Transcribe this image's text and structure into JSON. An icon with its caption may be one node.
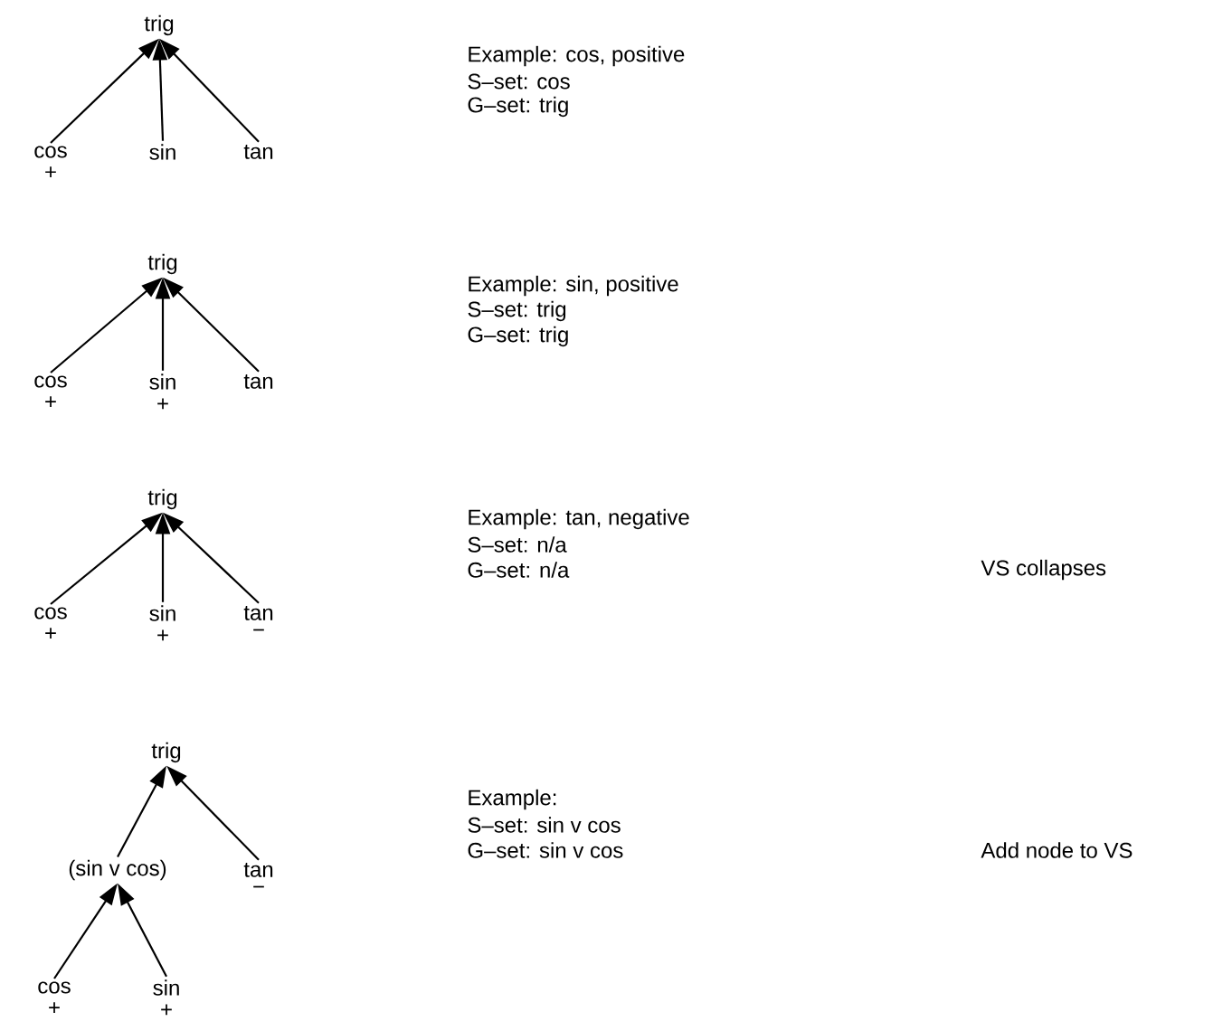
{
  "diagram": {
    "nodes": [
      {
        "text": [
          "trig"
        ]
      },
      {
        "text": [
          "cos"
        ],
        "beside": [
          "+"
        ]
      },
      {
        "text": [
          "sin"
        ]
      },
      {
        "text": [
          "tan"
        ]
      },
      {
        "text": [
          "trig"
        ]
      },
      {
        "text": [
          "cos"
        ],
        "beside": [
          "+"
        ]
      },
      {
        "text": [
          "sin"
        ],
        "beside": [
          "+"
        ]
      },
      {
        "text": [
          "tan"
        ]
      },
      {
        "text": [
          "trig"
        ]
      },
      {
        "text": [
          "cos"
        ],
        "beside": [
          "+"
        ]
      },
      {
        "text": [
          "sin"
        ],
        "beside": [
          "+"
        ]
      },
      {
        "text": [
          "tan"
        ],
        "beside": [
          "−"
        ]
      },
      {
        "text": [
          "trig"
        ]
      },
      {
        "text": [
          "(sin v cos)"
        ]
      },
      {
        "text": [
          "tan"
        ],
        "beside": [
          "−"
        ]
      },
      {
        "text": [
          "cos"
        ],
        "beside": [
          "+"
        ]
      },
      {
        "text": [
          "sin"
        ],
        "beside": [
          "+"
        ]
      }
    ],
    "edges": [
      {
        "from": 1,
        "to": 0,
        "arrow": "to"
      },
      {
        "from": 2,
        "to": 0,
        "arrow": "to"
      },
      {
        "from": 3,
        "to": 0,
        "arrow": "to"
      },
      {
        "from": 5,
        "to": 4,
        "arrow": "to"
      },
      {
        "from": 6,
        "to": 4,
        "arrow": "to"
      },
      {
        "from": 7,
        "to": 4,
        "arrow": "to"
      },
      {
        "from": 9,
        "to": 8,
        "arrow": "to"
      },
      {
        "from": 10,
        "to": 8,
        "arrow": "to"
      },
      {
        "from": 11,
        "to": 8,
        "arrow": "to"
      },
      {
        "from": 13,
        "to": 12,
        "arrow": "to"
      },
      {
        "from": 14,
        "to": 12,
        "arrow": "to"
      },
      {
        "from": 15,
        "to": 13,
        "arrow": "to"
      },
      {
        "from": 16,
        "to": 13,
        "arrow": "to"
      }
    ],
    "labels": [
      "Example: cos, positive",
      "S–set: cos",
      "G–set: trig",
      "Example: sin, positive",
      "S–set: trig",
      "G–set: trig",
      "Example: tan, negative",
      "S–set: n/a",
      "G–set: n/a",
      "VS collapses",
      "Example:",
      "S–set: sin v cos",
      "G–set: sin v cos",
      "Add node to VS"
    ]
  }
}
